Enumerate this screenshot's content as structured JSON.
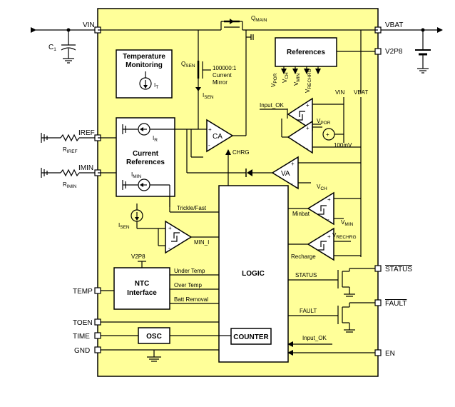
{
  "pins_left": {
    "vin": "VIN",
    "iref": "IREF",
    "imin": "IMIN",
    "temp": "TEMP",
    "toen": "TOEN",
    "time": "TIME",
    "gnd": "GND"
  },
  "pins_right": {
    "vbat": "VBAT",
    "v2p8": "V2P8",
    "status": "STATUS",
    "fault": "FAULT",
    "en": "EN"
  },
  "ext": {
    "c1": "C",
    "c1_sub": "1",
    "riref": "R",
    "riref_sub": "IREF",
    "rimin": "R",
    "rimin_sub": "IMIN"
  },
  "blocks": {
    "temp_mon_1": "Temperature",
    "temp_mon_2": "Monitoring",
    "it": "I",
    "it_sub": "T",
    "cur_ref_1": "Current",
    "cur_ref_2": "References",
    "ir": "I",
    "ir_sub": "R",
    "imin": "I",
    "imin_sub": "MIN",
    "references": "References",
    "ntc_1": "NTC",
    "ntc_2": "Interface",
    "ntc_v2p8": "V2P8",
    "osc": "OSC",
    "logic": "LOGIC",
    "counter": "COUNTER"
  },
  "transistors": {
    "qmain": "Q",
    "qmain_sub": "MAIN",
    "qsen": "Q",
    "qsen_sub": "SEN",
    "mirror_1": "100000:1",
    "mirror_2": "Current",
    "mirror_3": "Mirror",
    "isen": "I",
    "isen_sub": "SEN",
    "isen2": "I",
    "isen2_sub": "SEN"
  },
  "amps": {
    "ca": "CA",
    "va": "VA",
    "chrg": "CHRG",
    "min_i": "MIN_I",
    "minbat": "Minbat",
    "recharge": "Recharge"
  },
  "refs": {
    "vpor": "V",
    "vpor_sub": "POR",
    "vch": "V",
    "vch_sub": "CH",
    "vmin": "V",
    "vmin_sub": "MIN",
    "vrechrg": "V",
    "vrechrg_sub": "RECHRG",
    "vpor2": "V",
    "vpor2_sub": "POR",
    "vch2": "V",
    "vch2_sub": "CH",
    "vmin2": "V",
    "vmin2_sub": "MIN",
    "vrechrg2": "V",
    "vrechrg2_sub": "RECHRG"
  },
  "signals": {
    "input_ok": "Input_OK",
    "input_ok2": "Input_OK",
    "vin_r": "VIN",
    "vbat_r": "VBAT",
    "mv100": "100mV",
    "trickle": "Trickle/Fast",
    "under_temp": "Under Temp",
    "over_temp": "Over Temp",
    "batt_removal": "Batt Removal",
    "status": "STATUS",
    "fault": "FAULT"
  },
  "colors": {
    "chip_fill": "#ffff99",
    "line": "#000000"
  }
}
